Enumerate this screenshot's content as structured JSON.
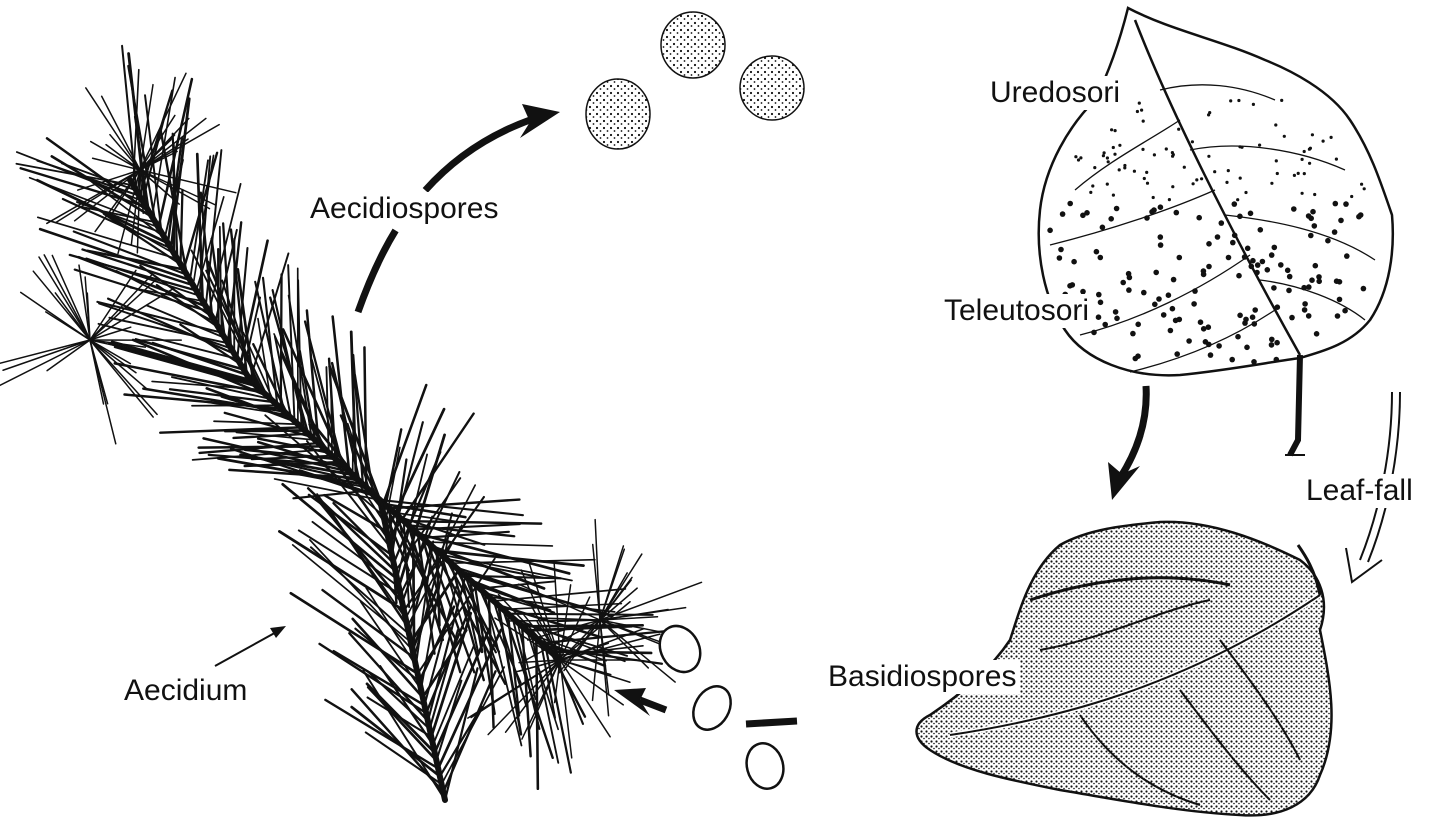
{
  "labels": {
    "aecidiospores": "Aecidiospores",
    "uredosori": "Uredosori",
    "teleutosori": "Teleutosori",
    "leaf_fall": "Leaf-fall",
    "basidiospores": "Basidiospores",
    "aecidium": "Aecidium"
  },
  "colors": {
    "ink": "#111111",
    "background": "#ffffff"
  }
}
